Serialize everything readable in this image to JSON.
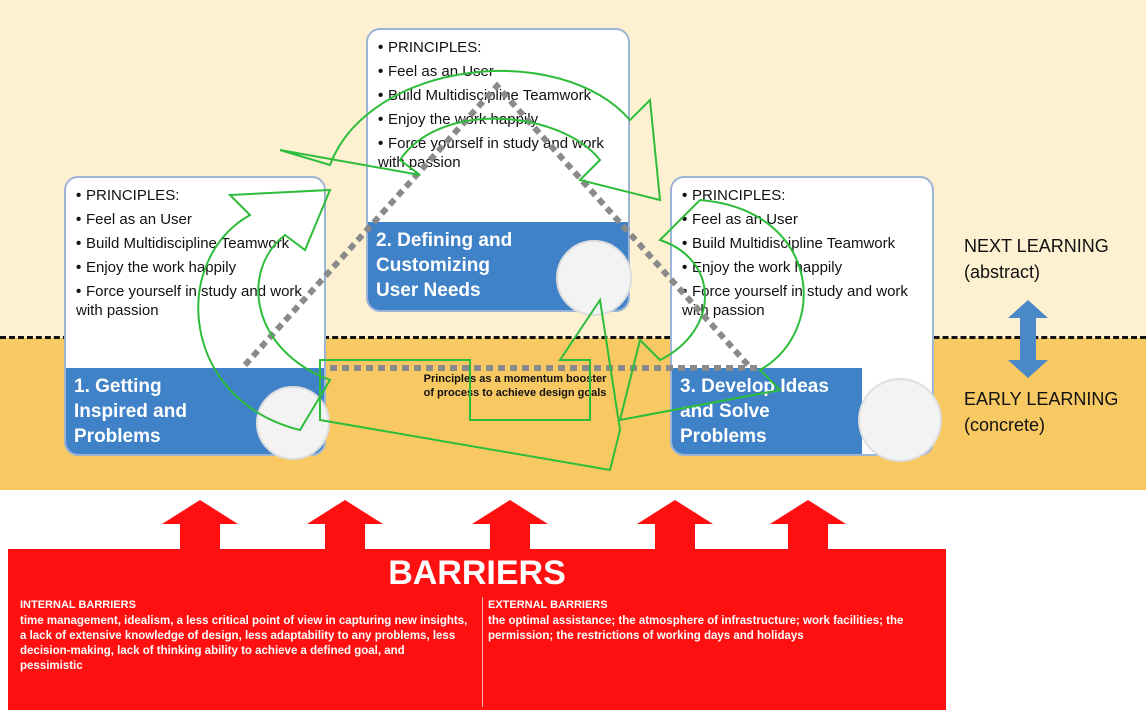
{
  "levels": {
    "next": {
      "line1": "NEXT LEARNING",
      "line2": "(abstract)"
    },
    "early": {
      "line1": "EARLY LEARNING",
      "line2": "(concrete)"
    }
  },
  "stages": [
    {
      "title_lines": [
        "1. Getting",
        "Inspired and",
        "Problems"
      ],
      "principles": [
        "PRINCIPLES:",
        "Feel as an User",
        "Build Multidiscipline Teamwork",
        "Enjoy the work happily",
        "Force yourself in study and work with passion"
      ]
    },
    {
      "title_lines": [
        "2. Defining and",
        "Customizing",
        "User Needs"
      ],
      "principles": [
        "PRINCIPLES:",
        "Feel as an User",
        "Build Multidiscipline Teamwork",
        "Enjoy the work happily",
        "Force yourself in study and work with passion"
      ]
    },
    {
      "title_lines": [
        "3. Develop Ideas",
        "and Solve",
        "Problems"
      ],
      "principles": [
        "PRINCIPLES:",
        "Feel as an User",
        "Build Multidiscipline Teamwork",
        "Enjoy the work happily",
        "Force yourself in study and work with passion"
      ]
    }
  ],
  "center_note": {
    "line1": "Principles as a momentum booster",
    "line2": "of process to achieve design goals"
  },
  "barriers": {
    "title": "BARRIERS",
    "internal": {
      "heading": "INTERNAL BARRIERS",
      "text": "time management, idealism, a less critical point of view in capturing new insights, a lack of extensive knowledge of design, less adaptability to any problems, less decision-making, lack of thinking ability to achieve a defined goal, and pessimistic"
    },
    "external": {
      "heading": "EXTERNAL BARRIERS",
      "text": "the optimal assistance; the atmosphere of infrastructure; work facilities; the permission; the restrictions of working days and holidays"
    }
  },
  "colors": {
    "barrier_red": "#ff1010",
    "stage_blue": "#3f82c8",
    "cycle_green": "#2ebd3a",
    "dotted_gray": "#8a8a8a",
    "level_arrow_blue": "#4b88c8"
  }
}
